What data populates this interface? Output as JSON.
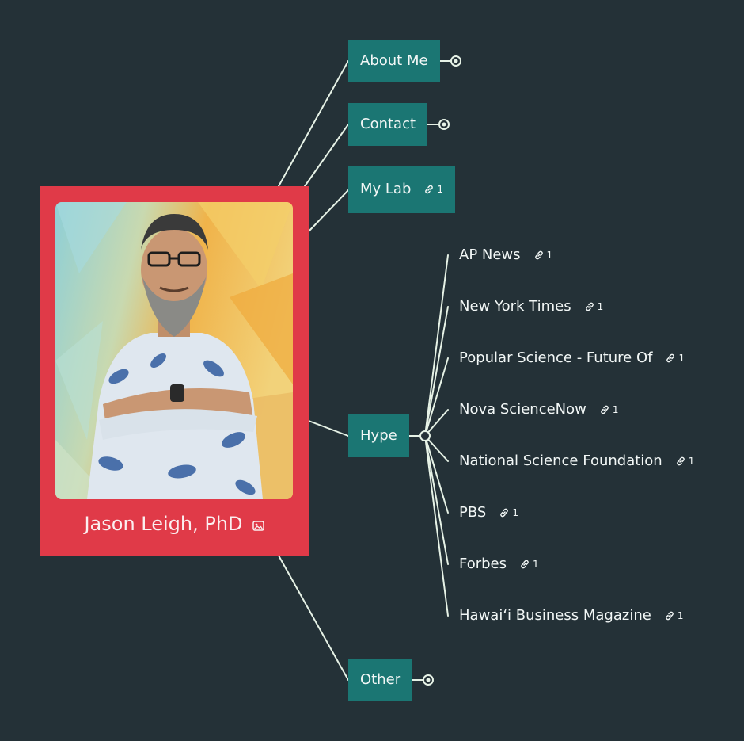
{
  "root": {
    "title": "Jason Leigh, PhD",
    "icon": "image-icon"
  },
  "topics": [
    {
      "label": "About Me",
      "collapsed": true
    },
    {
      "label": "Contact",
      "collapsed": true
    },
    {
      "label": "My Lab",
      "link_count": "1"
    },
    {
      "label": "Hype"
    },
    {
      "label": "Other",
      "collapsed": true
    }
  ],
  "hype_items": [
    {
      "label": "AP News",
      "link_count": "1"
    },
    {
      "label": "New York Times",
      "link_count": "1"
    },
    {
      "label": "Popular Science - Future Of",
      "link_count": "1"
    },
    {
      "label": "Nova ScienceNow",
      "link_count": "1"
    },
    {
      "label": "National Science Foundation",
      "link_count": "1"
    },
    {
      "label": "PBS",
      "link_count": "1"
    },
    {
      "label": "Forbes",
      "link_count": "1"
    },
    {
      "label": "Hawai‘i Business Magazine",
      "link_count": "1"
    }
  ],
  "colors": {
    "background": "#243137",
    "root": "#e03a48",
    "topic": "#1b7673",
    "line": "#e6f2e6"
  }
}
